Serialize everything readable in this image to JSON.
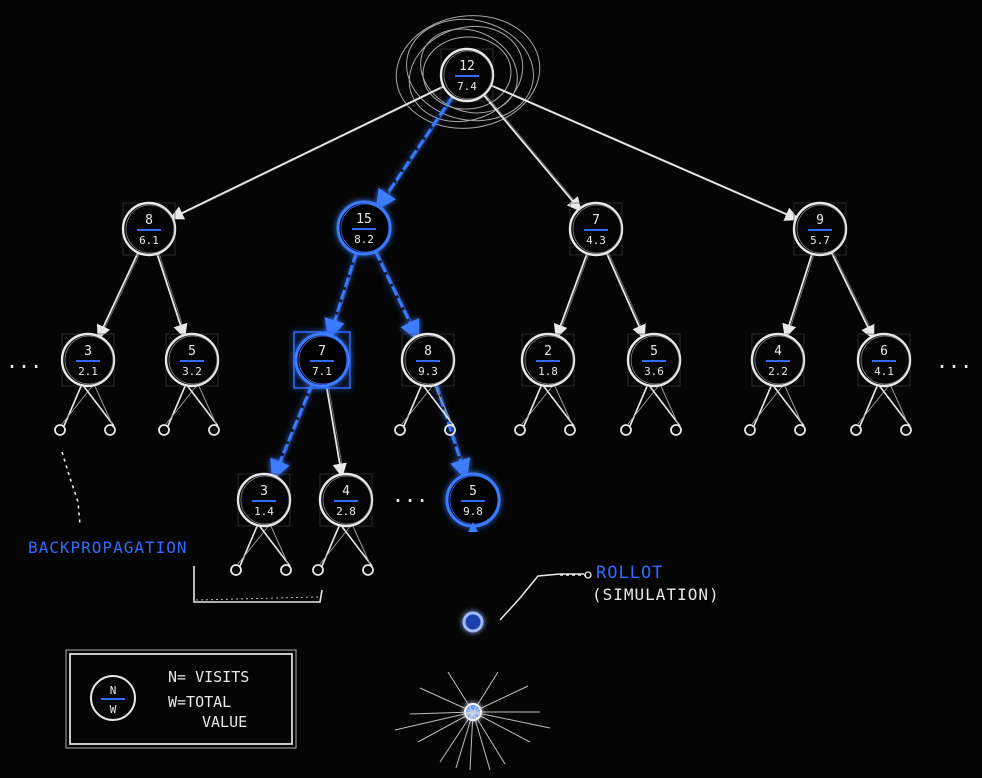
{
  "colors": {
    "background": "#050505",
    "chalk": "#e8e8e8",
    "highlight": "#2f6bff",
    "highlight_glow": "#3d7bff"
  },
  "nodes": [
    {
      "id": "root",
      "n": "12",
      "w": "7.4",
      "highlight": false
    },
    {
      "id": "a",
      "n": "8",
      "w": "6.1",
      "highlight": false
    },
    {
      "id": "b",
      "n": "15",
      "w": "8.2",
      "highlight": true
    },
    {
      "id": "c",
      "n": "7",
      "w": "4.3",
      "highlight": false
    },
    {
      "id": "d",
      "n": "9",
      "w": "5.7",
      "highlight": false
    },
    {
      "id": "a1",
      "n": "3",
      "w": "2.1",
      "highlight": false
    },
    {
      "id": "a2",
      "n": "5",
      "w": "3.2",
      "highlight": false
    },
    {
      "id": "b1",
      "n": "7",
      "w": "7.1",
      "highlight": true
    },
    {
      "id": "b2",
      "n": "8",
      "w": "9.3",
      "highlight": false
    },
    {
      "id": "c1",
      "n": "2",
      "w": "1.8",
      "highlight": false
    },
    {
      "id": "c2",
      "n": "5",
      "w": "3.6",
      "highlight": false
    },
    {
      "id": "d1",
      "n": "4",
      "w": "2.2",
      "highlight": false
    },
    {
      "id": "d2",
      "n": "6",
      "w": "4.1",
      "highlight": false
    },
    {
      "id": "b1a",
      "n": "3",
      "w": "1.4",
      "highlight": false
    },
    {
      "id": "b1b",
      "n": "4",
      "w": "2.8",
      "highlight": false
    },
    {
      "id": "b2a",
      "n": "5",
      "w": "9.8",
      "highlight": true
    }
  ],
  "ellipsis": "...",
  "labels": {
    "backprop": "BACKPROPAGATION",
    "rollout": "ROLLOT",
    "simulation": "(SIMULATION)"
  },
  "legend": {
    "n_symbol": "N",
    "w_symbol": "W",
    "n_line": "N= VISITS",
    "w_line1": "W=TOTAL",
    "w_line2": "VALUE"
  }
}
